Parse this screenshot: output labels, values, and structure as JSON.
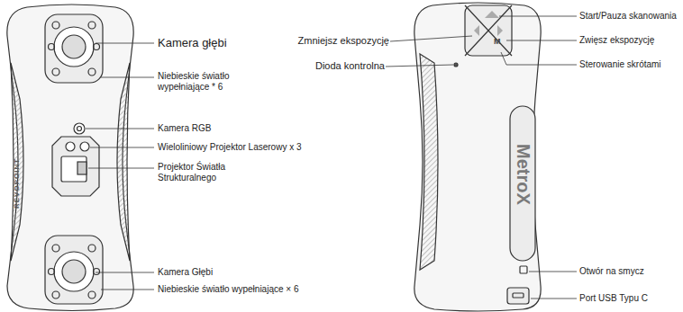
{
  "diagram": {
    "labels": [
      "Kamera głębi",
      "Niebieskie światło wypełniające * 6",
      "Kamera RGB",
      "Wieloliniowy Projektor Laserowy x 3",
      "Projektor Światła Strukturalnego",
      "Kamera Głębi",
      "Niebieskie światło wypełniające × 6",
      "REVOPOINT",
      "Zmniejsz ekspozycję",
      "Dioda kontrolna",
      "Start/Pauza skanowania",
      "Zwięsz ekspozycję",
      "Sterowanie skrótami",
      "Otwór na smycz",
      "Port USB Typu C",
      "MetroX",
      "M"
    ]
  }
}
